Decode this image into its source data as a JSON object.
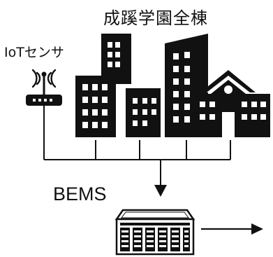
{
  "title": "成蹊学園全棟",
  "sensor_label": "IoTセンサ",
  "system_label": "BEMS",
  "colors": {
    "ink": "#111111",
    "paper": "#ffffff"
  },
  "icons": [
    "buildings-icon",
    "wifi-router-icon",
    "server-icon",
    "arrow-right-icon"
  ]
}
